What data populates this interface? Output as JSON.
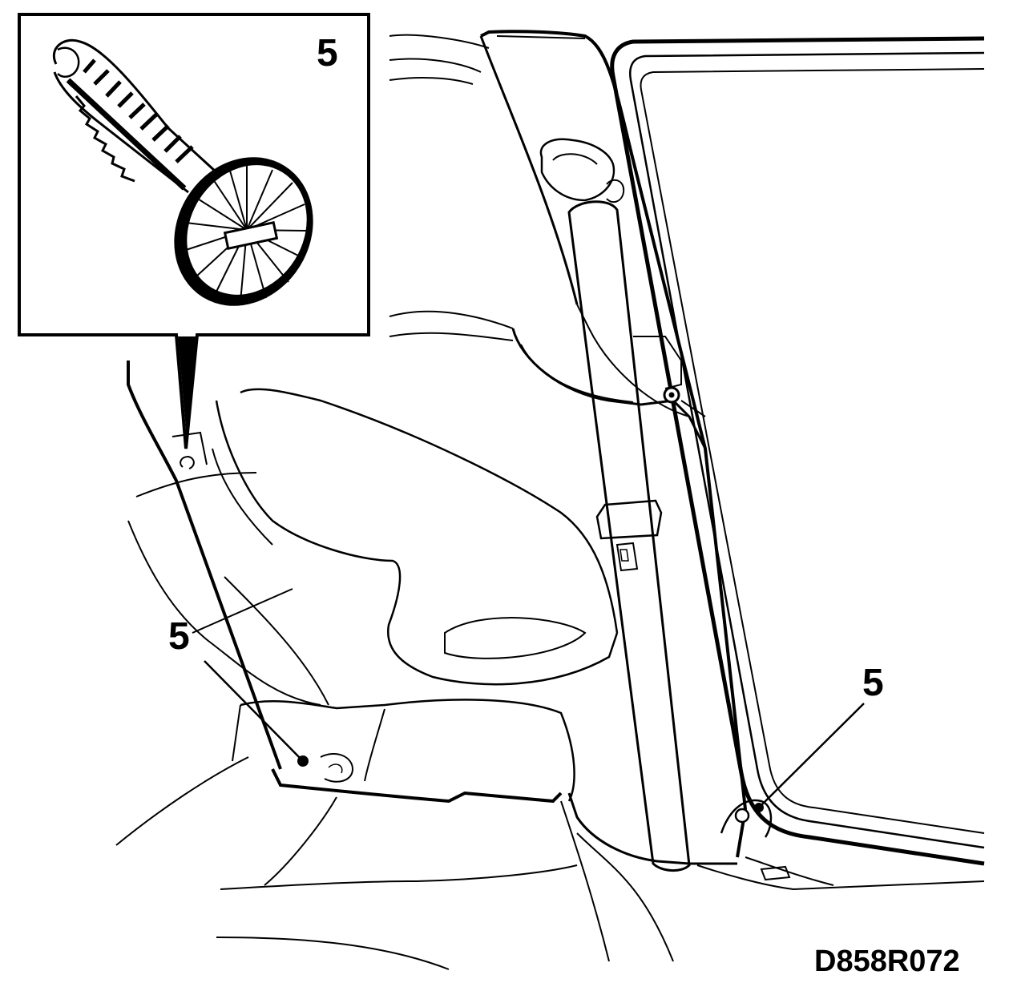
{
  "figure": {
    "inset_callout": "5",
    "callout_left": "5",
    "callout_right": "5",
    "figure_code": "D858R072"
  },
  "colors": {
    "ink": "#000000",
    "paper": "#ffffff"
  },
  "icons": {
    "inset_part": "push-rivet-clip-icon",
    "fastener_marker": "clip-location-dot-icon"
  }
}
